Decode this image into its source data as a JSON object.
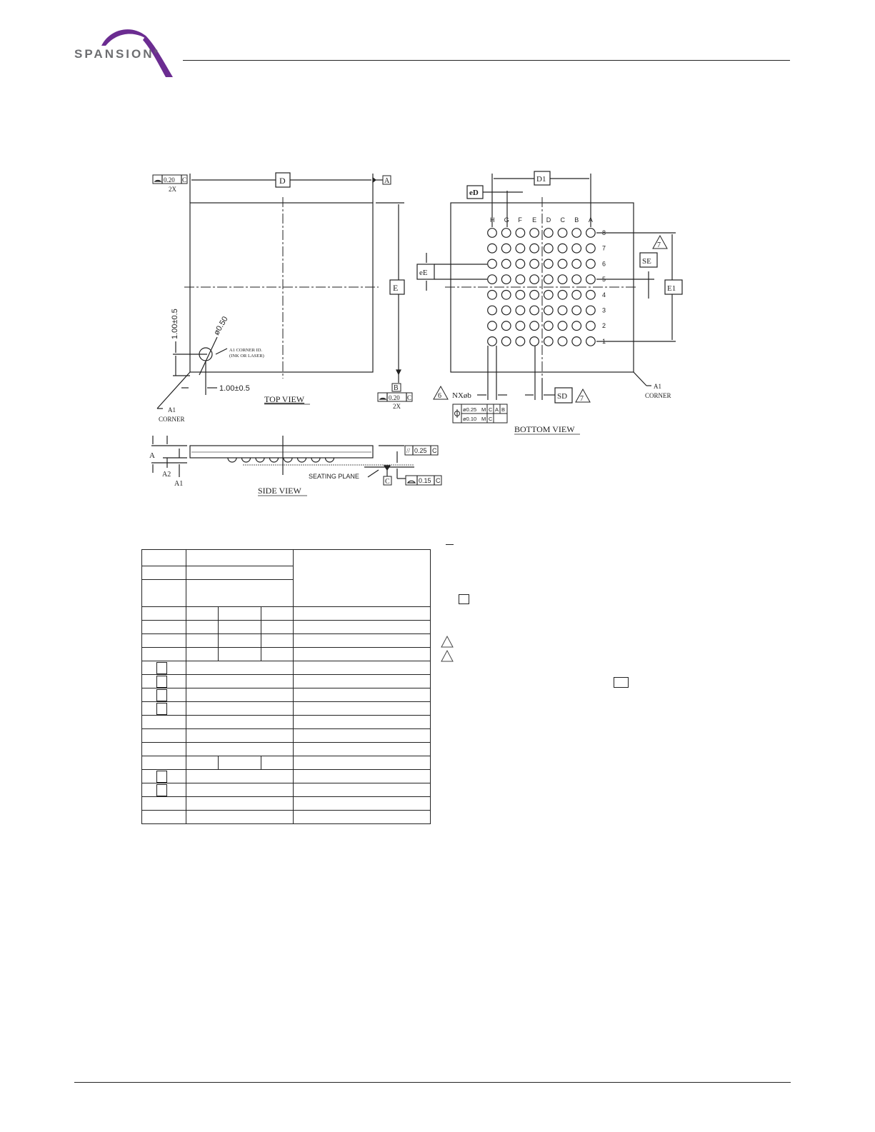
{
  "header": {
    "brand": "SPANSION",
    "registered": "®",
    "brand_color": "#6b2c91",
    "logo_text_color": "#6d6e71"
  },
  "drawing": {
    "top_view": {
      "title": "TOP VIEW",
      "dim_D": "D",
      "dim_E": "E",
      "datum_A": "A",
      "datum_B": "B",
      "flatness_top": {
        "value": "0.20",
        "datum": "C",
        "count": "2X"
      },
      "flatness_right": {
        "value": "0.20",
        "datum": "C",
        "count": "2X"
      },
      "vertical_offset": "1.00±0.5",
      "horizontal_offset": "1.00±0.5",
      "mark_diameter": "ø0.50",
      "corner_id_label_1": "A1 CORNER ID.",
      "corner_id_label_2": "(INK OR LASER)",
      "corner_label_1": "A1",
      "corner_label_2": "CORNER"
    },
    "bottom_view": {
      "title": "BOTTOM VIEW",
      "dim_D1": "D1",
      "dim_eD": "eD",
      "dim_eE": "eE",
      "dim_E1": "E1",
      "dim_SE": "SE",
      "dim_SD": "SD",
      "note_ref_6": "6",
      "note_ref_7a": "7",
      "note_ref_7b": "7",
      "ball_label": "NXøb",
      "position_tol_1": {
        "value": "ø0.25",
        "modifier": "M",
        "datums": [
          "C",
          "A",
          "B"
        ]
      },
      "position_tol_2": {
        "value": "ø0.10",
        "modifier": "M",
        "datums": [
          "C"
        ]
      },
      "columns": [
        "H",
        "G",
        "F",
        "E",
        "D",
        "C",
        "B",
        "A"
      ],
      "rows": [
        "8",
        "7",
        "6",
        "5",
        "4",
        "3",
        "2",
        "1"
      ],
      "corner_label_1": "A1",
      "corner_label_2": "CORNER"
    },
    "side_view": {
      "title": "SIDE VIEW",
      "dim_A": "A",
      "dim_A1": "A1",
      "dim_A2": "A2",
      "seating_plane": "SEATING PLANE",
      "datum_C": "C",
      "parallelism": {
        "value": "0.25",
        "datum": "C"
      },
      "coplanarity": {
        "value": "0.15",
        "datum": "C"
      }
    }
  },
  "table": {
    "rows": 20
  }
}
